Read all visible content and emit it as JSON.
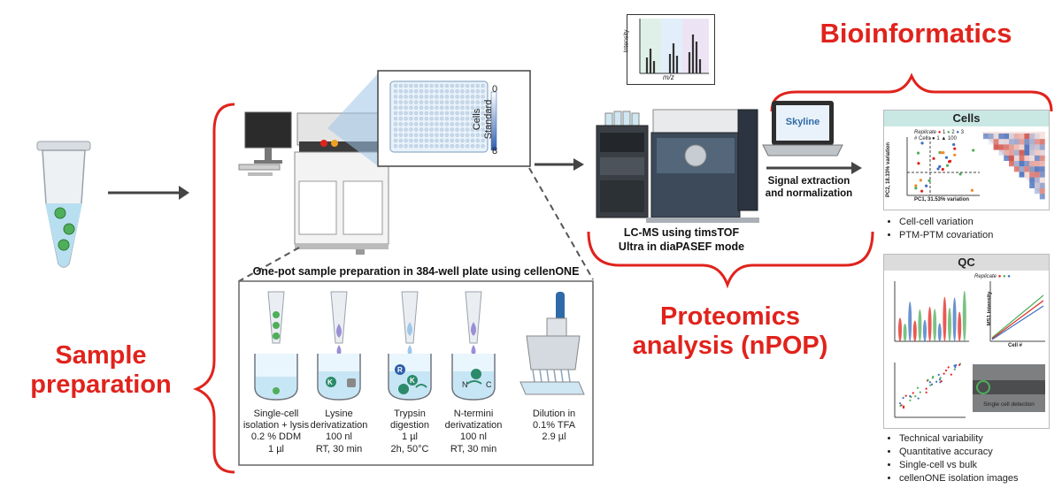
{
  "titles": {
    "bioinformatics": "Bioinformatics",
    "sample_preparation_1": "Sample",
    "sample_preparation_2": "preparation",
    "proteomics_1": "Proteomics",
    "proteomics_2": "analysis (nPOP)"
  },
  "plate": {
    "scale_top": "0",
    "scale_bottom": "8",
    "scale_label_1": "Cells",
    "scale_label_2": "Standard"
  },
  "spectrum": {
    "ylabel": "Intensity",
    "xlabel": "m/z"
  },
  "sample_prep": {
    "caption": "One-pot sample preparation in 384-well plate using cellenONE",
    "steps": [
      {
        "line1": "Single-cell",
        "line2": "isolation + lysis",
        "line3": "0.2 % DDM",
        "line4": "1 µl"
      },
      {
        "line1": "Lysine",
        "line2": "derivatization",
        "line3": "100 nl",
        "line4": "RT, 30 min"
      },
      {
        "line1": "Trypsin",
        "line2": "digestion",
        "line3": "1 µl",
        "line4": "2h, 50°C"
      },
      {
        "line1": "N-termini",
        "line2": "derivatization",
        "line3": "100 nl",
        "line4": "RT, 30 min"
      },
      {
        "line1": "Dilution in",
        "line2": "0.1% TFA",
        "line3": "2.9 µl",
        "line4": ""
      }
    ],
    "bead_k": "K",
    "bead_r": "R",
    "n_label": "N",
    "c_label": "C"
  },
  "lcms": {
    "line1": "LC-MS using timsTOF",
    "line2": "Ultra in diaPASEF mode"
  },
  "skyline": {
    "logo": "Skyline"
  },
  "signal": {
    "line1": "Signal extraction",
    "line2": "and normalization"
  },
  "cells_panel": {
    "title": "Cells",
    "legend_replicate": "Replicate",
    "legend_cells": "# Cells",
    "rep_1": "1",
    "rep_2": "2",
    "rep_3": "3",
    "cells_1": "1",
    "cells_100": "100",
    "pc1": "PC1, 31.53% variation",
    "pc2": "PC2, 18.33% variation",
    "bullets": [
      "Cell-cell variation",
      "PTM-PTM covariation"
    ]
  },
  "qc_panel": {
    "title": "QC",
    "replicate": "Replicate",
    "single_cell_detection": "Single cell detection",
    "cell_axis": "Cell #",
    "ms1_axis": "MS1 intensity",
    "bullets": [
      "Technical variability",
      "Quantitative accuracy",
      "Single-cell vs bulk",
      "cellenONE isolation images"
    ]
  },
  "colors": {
    "accent_red": "#e0231c",
    "panel_header": "#c9e8e4",
    "qc_header": "#dcdcdc",
    "tube_liquid": "#b8dff0",
    "cell_green": "#4fae5a",
    "drop_purple": "#9a8fd6"
  }
}
